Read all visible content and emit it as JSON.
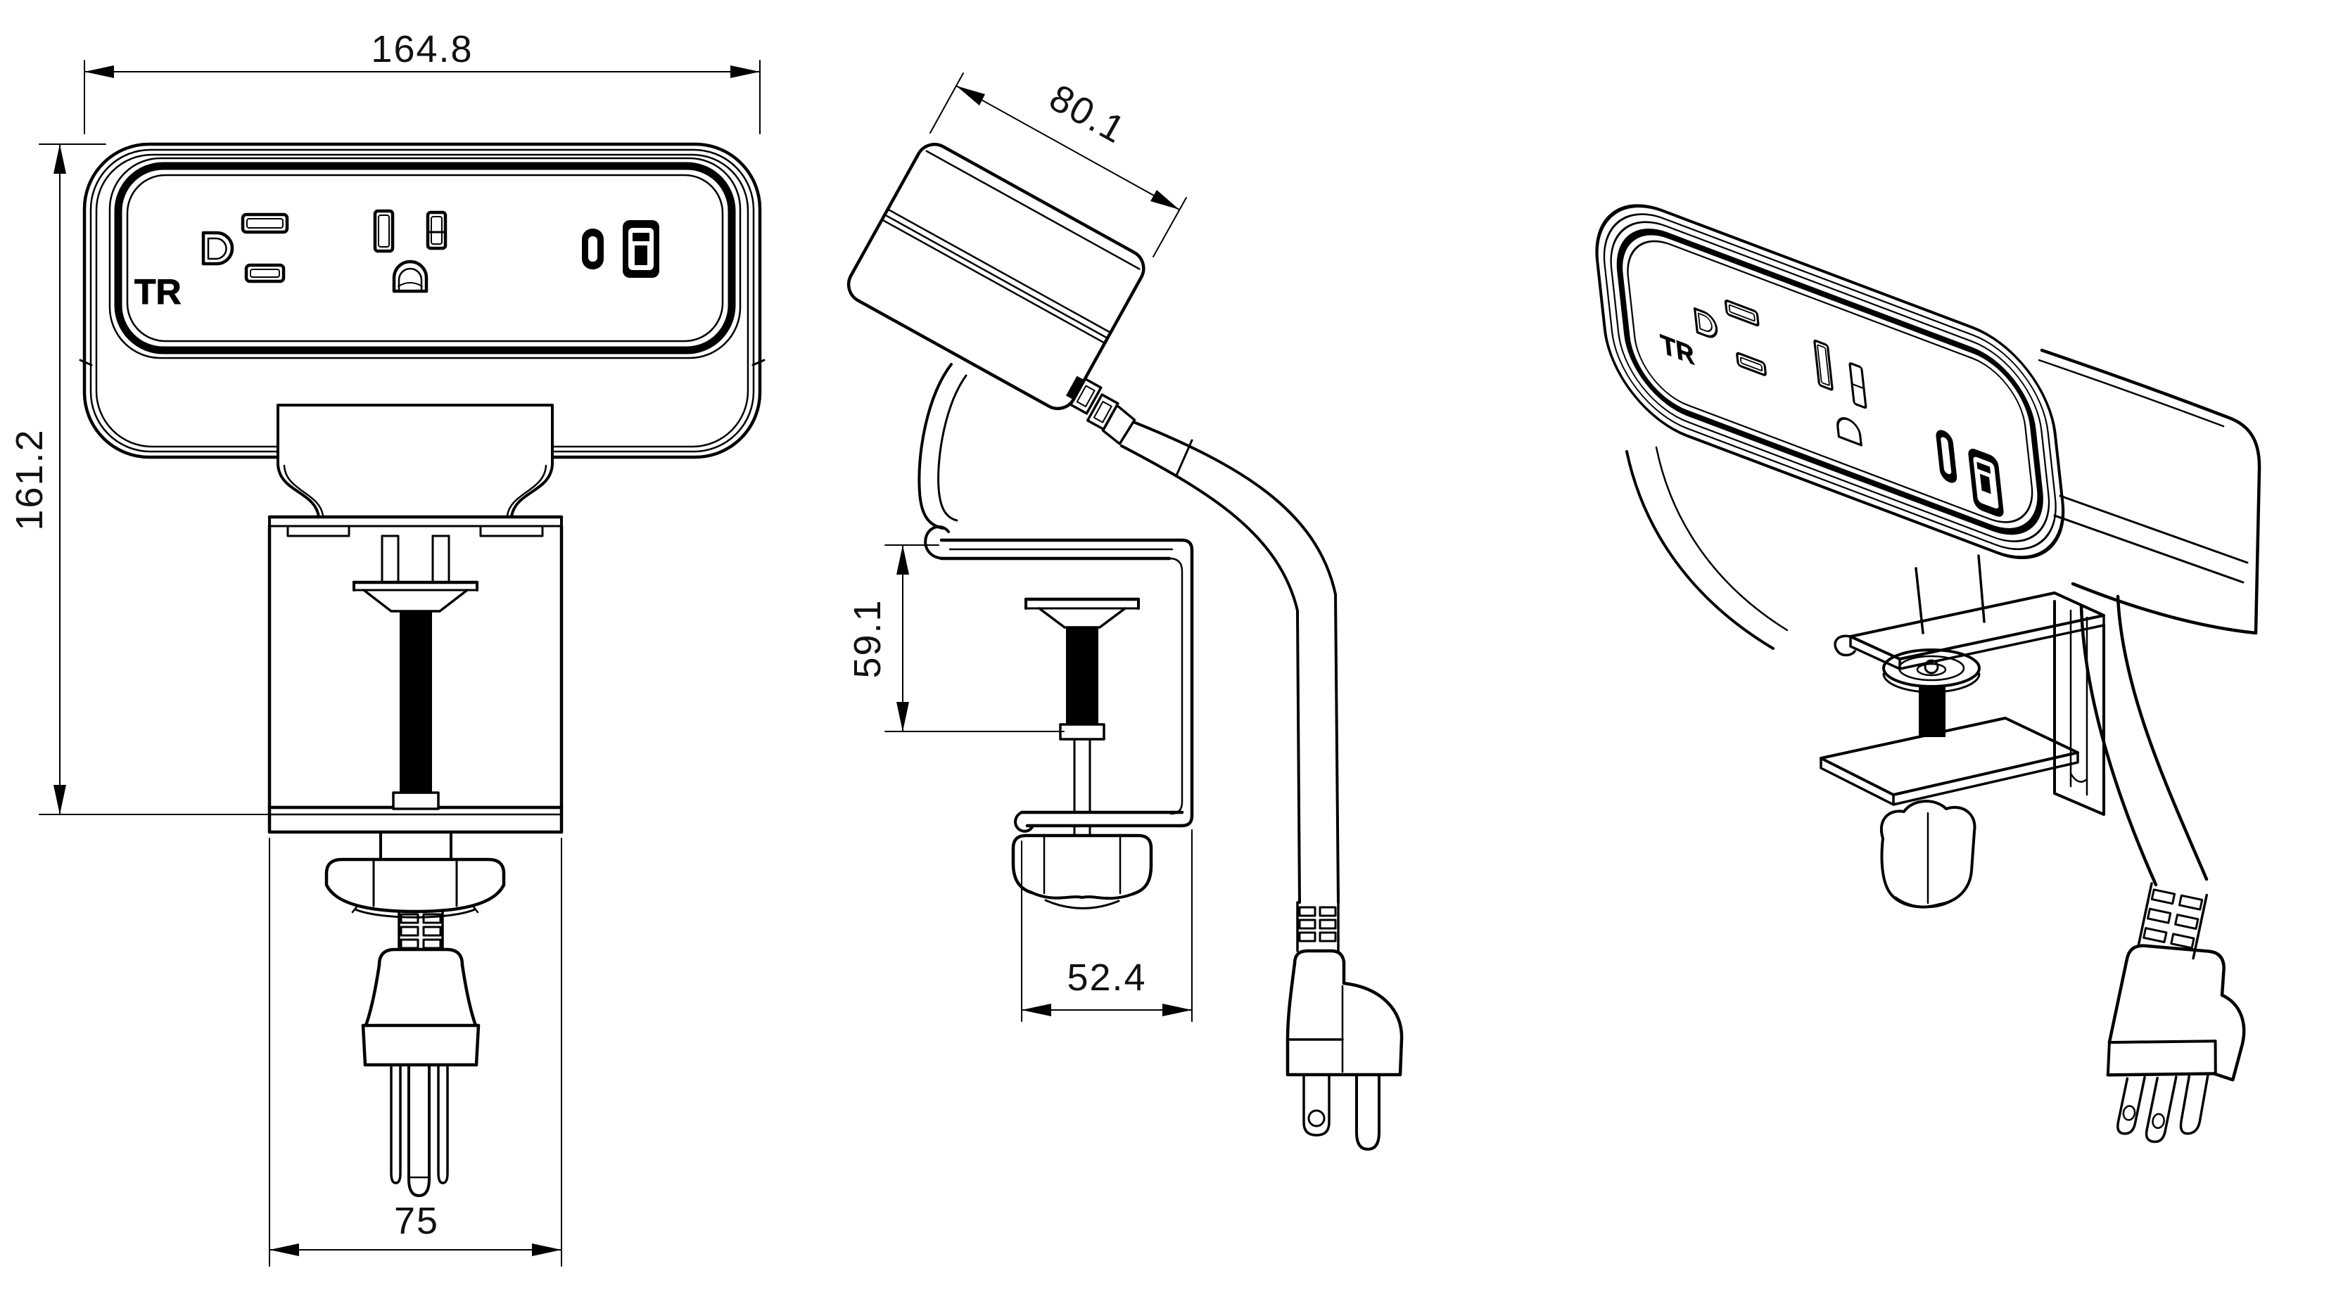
{
  "drawing": {
    "type": "engineering-line-drawing",
    "subject": "desk-clamp power strip with AC outlets, USB-C and USB-A ports, C-clamp mount and 3-prong plug",
    "colors": {
      "line": "#000000",
      "background": "#ffffff"
    }
  },
  "labels": {
    "tr_front": "TR",
    "tr_iso": "TR"
  },
  "dimensions": {
    "front": {
      "width": "164.8",
      "height": "161.2",
      "clamp_width": "75"
    },
    "side": {
      "depth": "80.1",
      "clamp_opening": "59.1",
      "clamp_depth": "52.4"
    }
  }
}
